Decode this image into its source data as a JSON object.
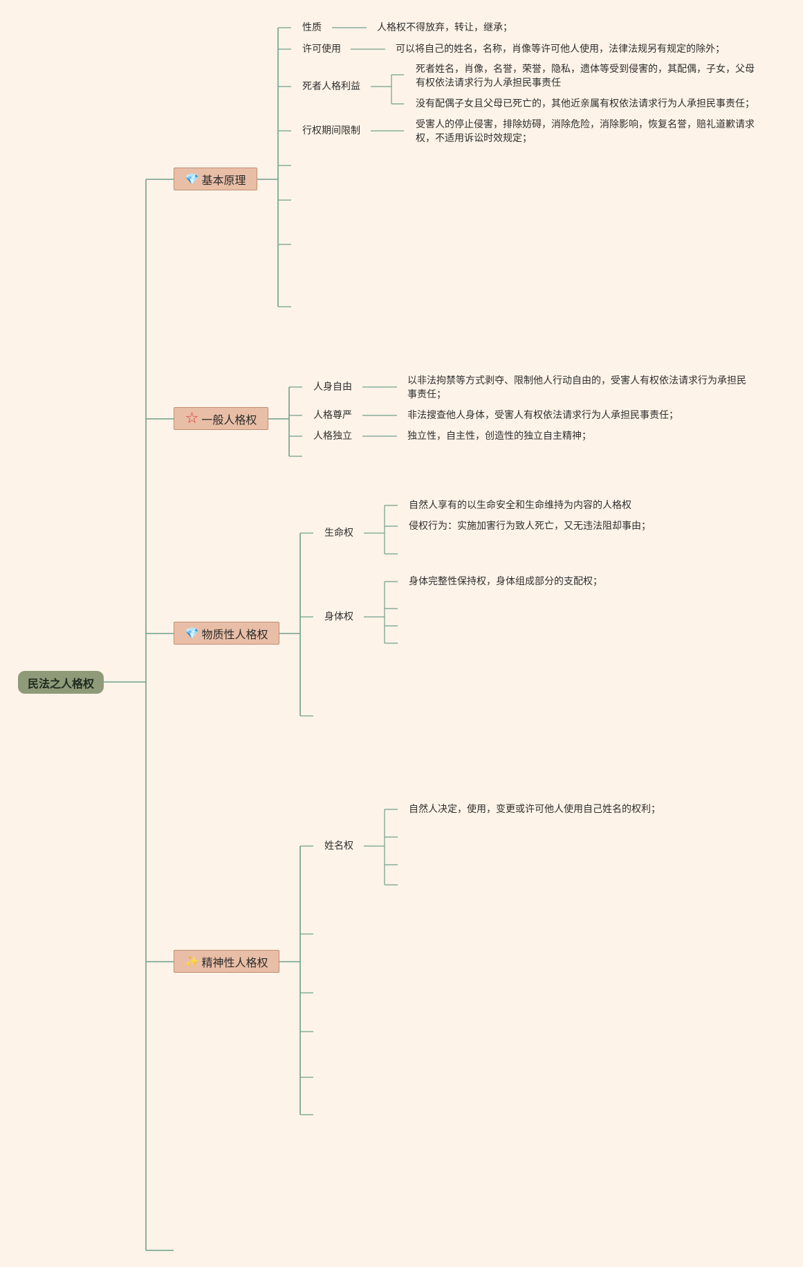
{
  "root": {
    "label": "民法之人格权"
  },
  "icons": {
    "gem": "gem-icon",
    "star": "star-icon",
    "spark": "sparkle-icon"
  },
  "colors": {
    "background": "#fdf3e8",
    "line": "#6fa08c",
    "root": "#8f9a79",
    "branch": "#e9bea6"
  },
  "branches": [
    {
      "label": "基本原理",
      "icon": "gem-icon",
      "children": [
        {
          "label": "性质",
          "detail": "人格权不得放弃，转让，继承；"
        },
        {
          "label": "许可使用",
          "detail": "可以将自己的姓名，名称，肖像等许可他人使用，法律法规另有规定的除外；"
        },
        {
          "label": "死者人格利益",
          "details": [
            "死者姓名，肖像，名誉，荣誉，隐私，遗体等受到侵害的，其配偶，子女，父母有权依法请求行为人承担民事责任",
            "没有配偶子女且父母已死亡的，其他近亲属有权依法请求行为人承担民事责任；"
          ]
        },
        {
          "label": "行权期间限制",
          "detail": "受害人的停止侵害，排除妨碍，消除危险，消除影响，恢复名誉，赔礼道歉请求权，不适用诉讼时效规定；"
        }
      ]
    },
    {
      "label": "一般人格权",
      "icon": "star-icon",
      "children": [
        {
          "label": "人身自由",
          "detail": "以非法拘禁等方式剥夺、限制他人行动自由的，受害人有权依法请求行为承担民事责任；"
        },
        {
          "label": "人格尊严",
          "detail": "非法搜查他人身体，受害人有权依法请求行为人承担民事责任；"
        },
        {
          "label": "人格独立",
          "detail": "独立性，自主性，创造性的独立自主精神；"
        }
      ]
    },
    {
      "label": "物质性人格权",
      "icon": "gem-icon",
      "children": [
        {
          "label": "生命权",
          "details": [
            "自然人享有的以生命安全和生命维持为内容的人格权",
            "侵权行为：实施加害行为致人死亡，又无违法阻却事由；"
          ]
        },
        {
          "label": "身体权",
          "details": [
            "身体完整性保持权，身体组成部分的支配权；"
          ]
        }
      ]
    },
    {
      "label": "精神性人格权",
      "icon": "sparkle-icon",
      "children": [
        {
          "label": "姓名权",
          "details": [
            "自然人决定，使用，变更或许可他人使用自己姓名的权利；"
          ]
        }
      ]
    }
  ]
}
